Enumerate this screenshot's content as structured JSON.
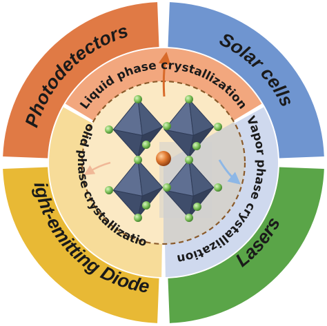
{
  "outer_sectors": [
    {
      "label": "Photodetectors",
      "color": "#e07a45"
    },
    {
      "label": "Solar cells",
      "color": "#6f95d0"
    },
    {
      "label": "Lasers",
      "color": "#5aa548"
    },
    {
      "label": "Light-emitting Diodes",
      "color": "#e8b935"
    }
  ],
  "inner_sectors": [
    {
      "label": "Liquid phase crystallization",
      "color": "#f2a77e"
    },
    {
      "label": "Vapor phase crystallization",
      "color": "#cfd9ee"
    },
    {
      "label": "Solid phase crystallization",
      "color": "#f7dc99"
    }
  ],
  "center": {
    "bg_colors": [
      "#fbe9c4",
      "#cfcfcf"
    ],
    "octahedron_color": "#4a5a7a",
    "halide_color": "#7fc25b",
    "cation_color": "#d8722f",
    "arrow_colors": [
      "#d86a2a",
      "#9bc0e8",
      "#f0c0a0"
    ]
  }
}
